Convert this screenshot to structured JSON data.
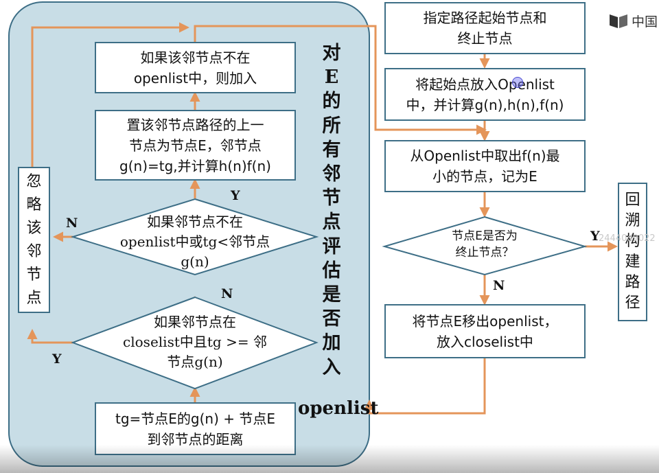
{
  "logo": {
    "text": "中国"
  },
  "watermark": "24440d9022",
  "right_flow": {
    "start": "指定路径起始节点和\n终止节点",
    "init": "将起始点放入Openlist\n中，并计算g(n),h(n),f(n)",
    "pick": "从Openlist中取出f(n)最\n小的节点，记为E",
    "decision": "节点E是否为\n终止节点？",
    "move": "将节点E移出openlist，\n放入closelist中",
    "backtrack": "回溯构建路径"
  },
  "left_flow": {
    "tg": "tg=节点E的g(n) + 节点E\n到邻节点的距离",
    "closelist_check": "如果邻节点在\ncloselist中且tg >= 邻\n节点g(n)",
    "openlist_check": "如果邻节点不在\nopenlist中或tg<邻节点\ng(n)",
    "set_parent": "置该邻节点路径的上一\n节点为节点E，邻节点\ng(n)=tg,并计算h(n)f(n)",
    "add_open": "如果该邻节点不在\nopenlist中，则加入",
    "ignore": "忽略该邻节点"
  },
  "panel_title": "对E的所有邻节点评估是否加入",
  "panel_title_word": "openlist",
  "labels": {
    "yes_end": "Y",
    "no_end": "N",
    "yes_close": "Y",
    "no_close": "N",
    "yes_open": "Y",
    "no_open": "N"
  },
  "colors": {
    "panel_fill": "#c8dde6",
    "border": "#3d6e86",
    "arrow": "#e4955a"
  }
}
